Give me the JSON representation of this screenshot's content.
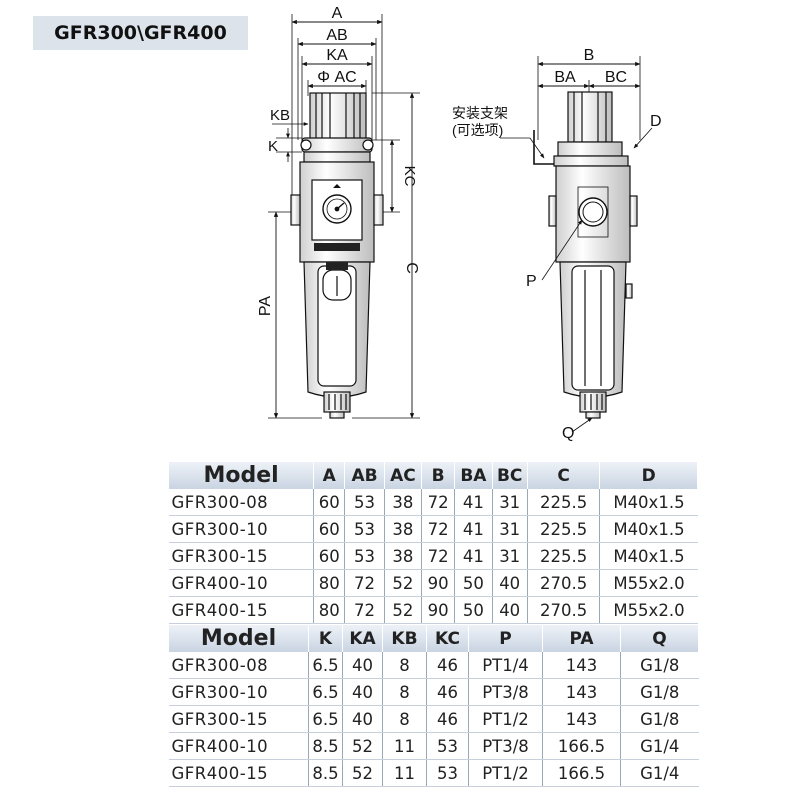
{
  "title": "GFR300\\GFR400",
  "front_view": {
    "dims": {
      "A": "A",
      "AB": "AB",
      "KA": "KA",
      "AC": "Φ AC",
      "KB": "KB",
      "K": "K",
      "KC": "KC",
      "C": "C",
      "PA": "PA"
    }
  },
  "side_view": {
    "dims": {
      "B": "B",
      "BA": "BA",
      "BC": "BC",
      "D": "D",
      "P": "P",
      "Q": "Q"
    },
    "bracket_note_line1": "安装支架",
    "bracket_note_line2": "(可选项)"
  },
  "table1": {
    "headers": [
      "Model",
      "A",
      "AB",
      "AC",
      "B",
      "BA",
      "BC",
      "C",
      "D"
    ],
    "rows": [
      [
        "GFR300-08",
        "60",
        "53",
        "38",
        "72",
        "41",
        "31",
        "225.5",
        "M40x1.5"
      ],
      [
        "GFR300-10",
        "60",
        "53",
        "38",
        "72",
        "41",
        "31",
        "225.5",
        "M40x1.5"
      ],
      [
        "GFR300-15",
        "60",
        "53",
        "38",
        "72",
        "41",
        "31",
        "225.5",
        "M40x1.5"
      ],
      [
        "GFR400-10",
        "80",
        "72",
        "52",
        "90",
        "50",
        "40",
        "270.5",
        "M55x2.0"
      ],
      [
        "GFR400-15",
        "80",
        "72",
        "52",
        "90",
        "50",
        "40",
        "270.5",
        "M55x2.0"
      ]
    ]
  },
  "table2": {
    "headers": [
      "Model",
      "K",
      "KA",
      "KB",
      "KC",
      "P",
      "PA",
      "Q"
    ],
    "rows": [
      [
        "GFR300-08",
        "6.5",
        "40",
        "8",
        "46",
        "PT1/4",
        "143",
        "G1/8"
      ],
      [
        "GFR300-10",
        "6.5",
        "40",
        "8",
        "46",
        "PT3/8",
        "143",
        "G1/8"
      ],
      [
        "GFR300-15",
        "6.5",
        "40",
        "8",
        "46",
        "PT1/2",
        "143",
        "G1/8"
      ],
      [
        "GFR400-10",
        "8.5",
        "52",
        "11",
        "53",
        "PT3/8",
        "166.5",
        "G1/4"
      ],
      [
        "GFR400-15",
        "8.5",
        "52",
        "11",
        "53",
        "PT1/2",
        "166.5",
        "G1/4"
      ]
    ]
  }
}
